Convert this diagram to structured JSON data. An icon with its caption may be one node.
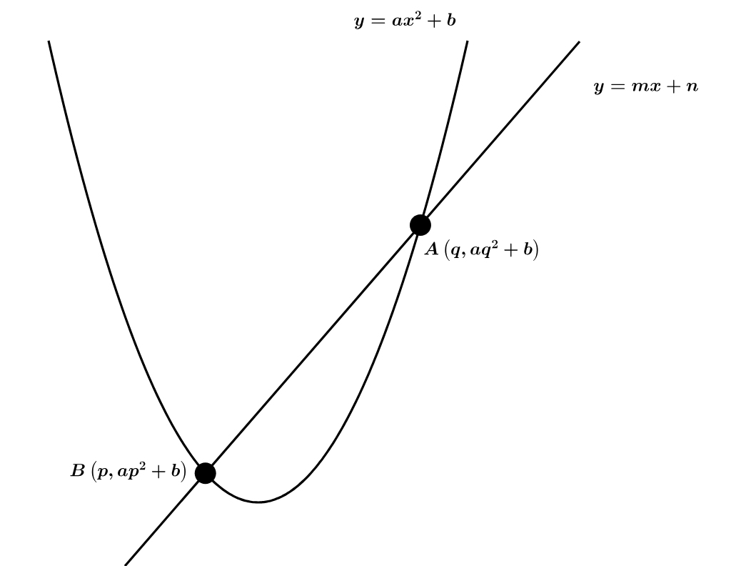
{
  "diagram": {
    "labels": [
      "y = ax^2 + b",
      "y = mx + n",
      "A\\left(q, aq^2 + b\\right)",
      "B\\left(p, ap^2 + b\\right)"
    ]
  }
}
